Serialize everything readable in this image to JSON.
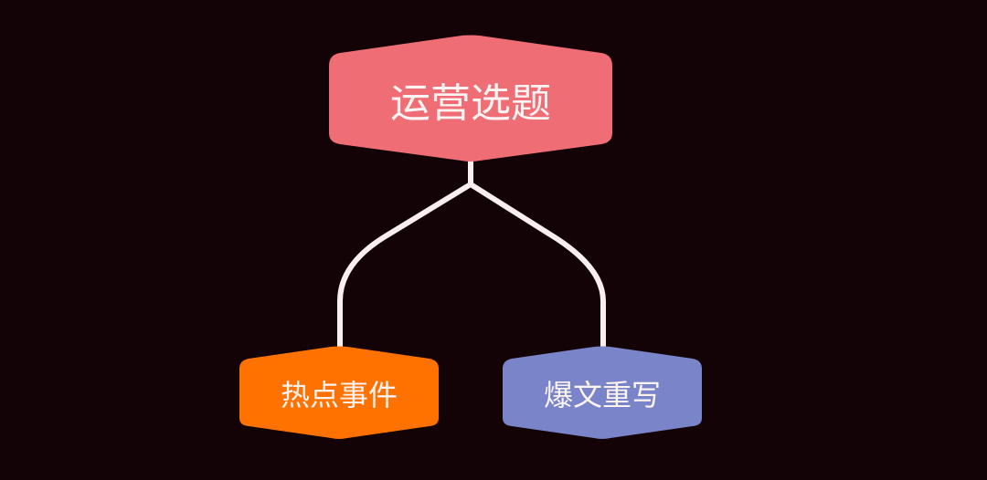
{
  "diagram": {
    "type": "tree",
    "background": "#130307",
    "connector_color": "#fbeeee",
    "root": {
      "label": "运营选题",
      "color": "#ef6e75"
    },
    "children": [
      {
        "label": "热点事件",
        "color": "#ff7200"
      },
      {
        "label": "爆文重写",
        "color": "#7985c8"
      }
    ]
  }
}
